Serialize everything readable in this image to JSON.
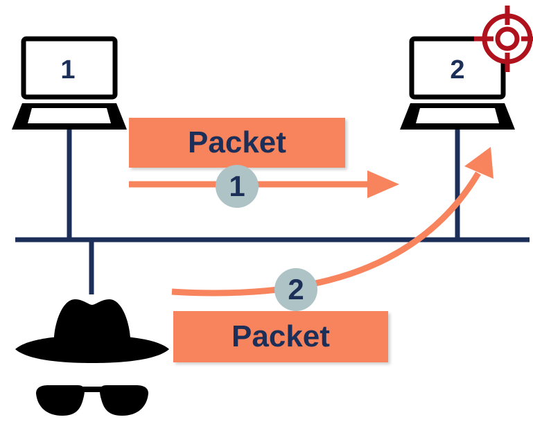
{
  "laptops": [
    {
      "label": "1"
    },
    {
      "label": "2"
    }
  ],
  "packets": [
    {
      "label": "Packet",
      "step": "1"
    },
    {
      "label": "Packet",
      "step": "2"
    }
  ],
  "colors": {
    "navy": "#1c2f58",
    "orange": "#f8845e",
    "badge": "#aec3c6",
    "target": "#b0121d",
    "black": "#000000"
  },
  "icons": [
    "laptop-icon",
    "laptop-icon",
    "target-crosshair-icon",
    "attacker-spy-icon"
  ]
}
